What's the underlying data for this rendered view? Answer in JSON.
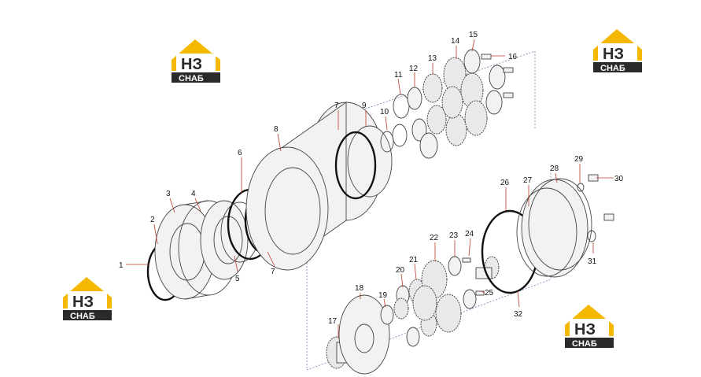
{
  "logo": {
    "top_text": "НЗ",
    "bottom_text": "СНАБ"
  },
  "callouts": [
    "1",
    "2",
    "3",
    "4",
    "5",
    "6",
    "7",
    "8",
    "7",
    "9",
    "10",
    "11",
    "12",
    "13",
    "14",
    "15",
    "16",
    "17",
    "18",
    "19",
    "20",
    "21",
    "22",
    "23",
    "24",
    "25",
    "26",
    "27",
    "28",
    "29",
    "30",
    "31",
    "32"
  ]
}
